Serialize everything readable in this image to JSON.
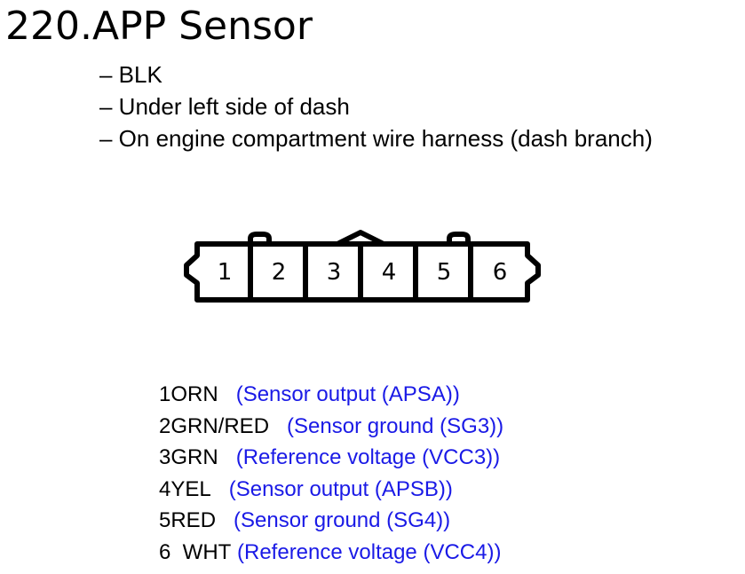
{
  "title": "220.APP Sensor",
  "info_lines": [
    "– BLK",
    "– Under left side of dash",
    "– On engine compartment wire harness (dash branch)"
  ],
  "connector": {
    "pins": [
      "1",
      "2",
      "3",
      "4",
      "5",
      "6"
    ]
  },
  "pin_list": [
    {
      "wire": "1ORN",
      "function": "(Sensor output (APSA))"
    },
    {
      "wire": "2GRN/RED",
      "function": "(Sensor ground (SG3))"
    },
    {
      "wire": "3GRN",
      "function": "(Reference voltage (VCC3))"
    },
    {
      "wire": "4YEL",
      "function": "(Sensor output (APSB))"
    },
    {
      "wire": "5RED",
      "function": "(Sensor ground (SG4))"
    },
    {
      "wire": "6  WHT",
      "function": "(Reference voltage (VCC4))"
    }
  ],
  "colors": {
    "text": "#000000",
    "function_text": "#1a1ae6",
    "background": "#ffffff"
  }
}
